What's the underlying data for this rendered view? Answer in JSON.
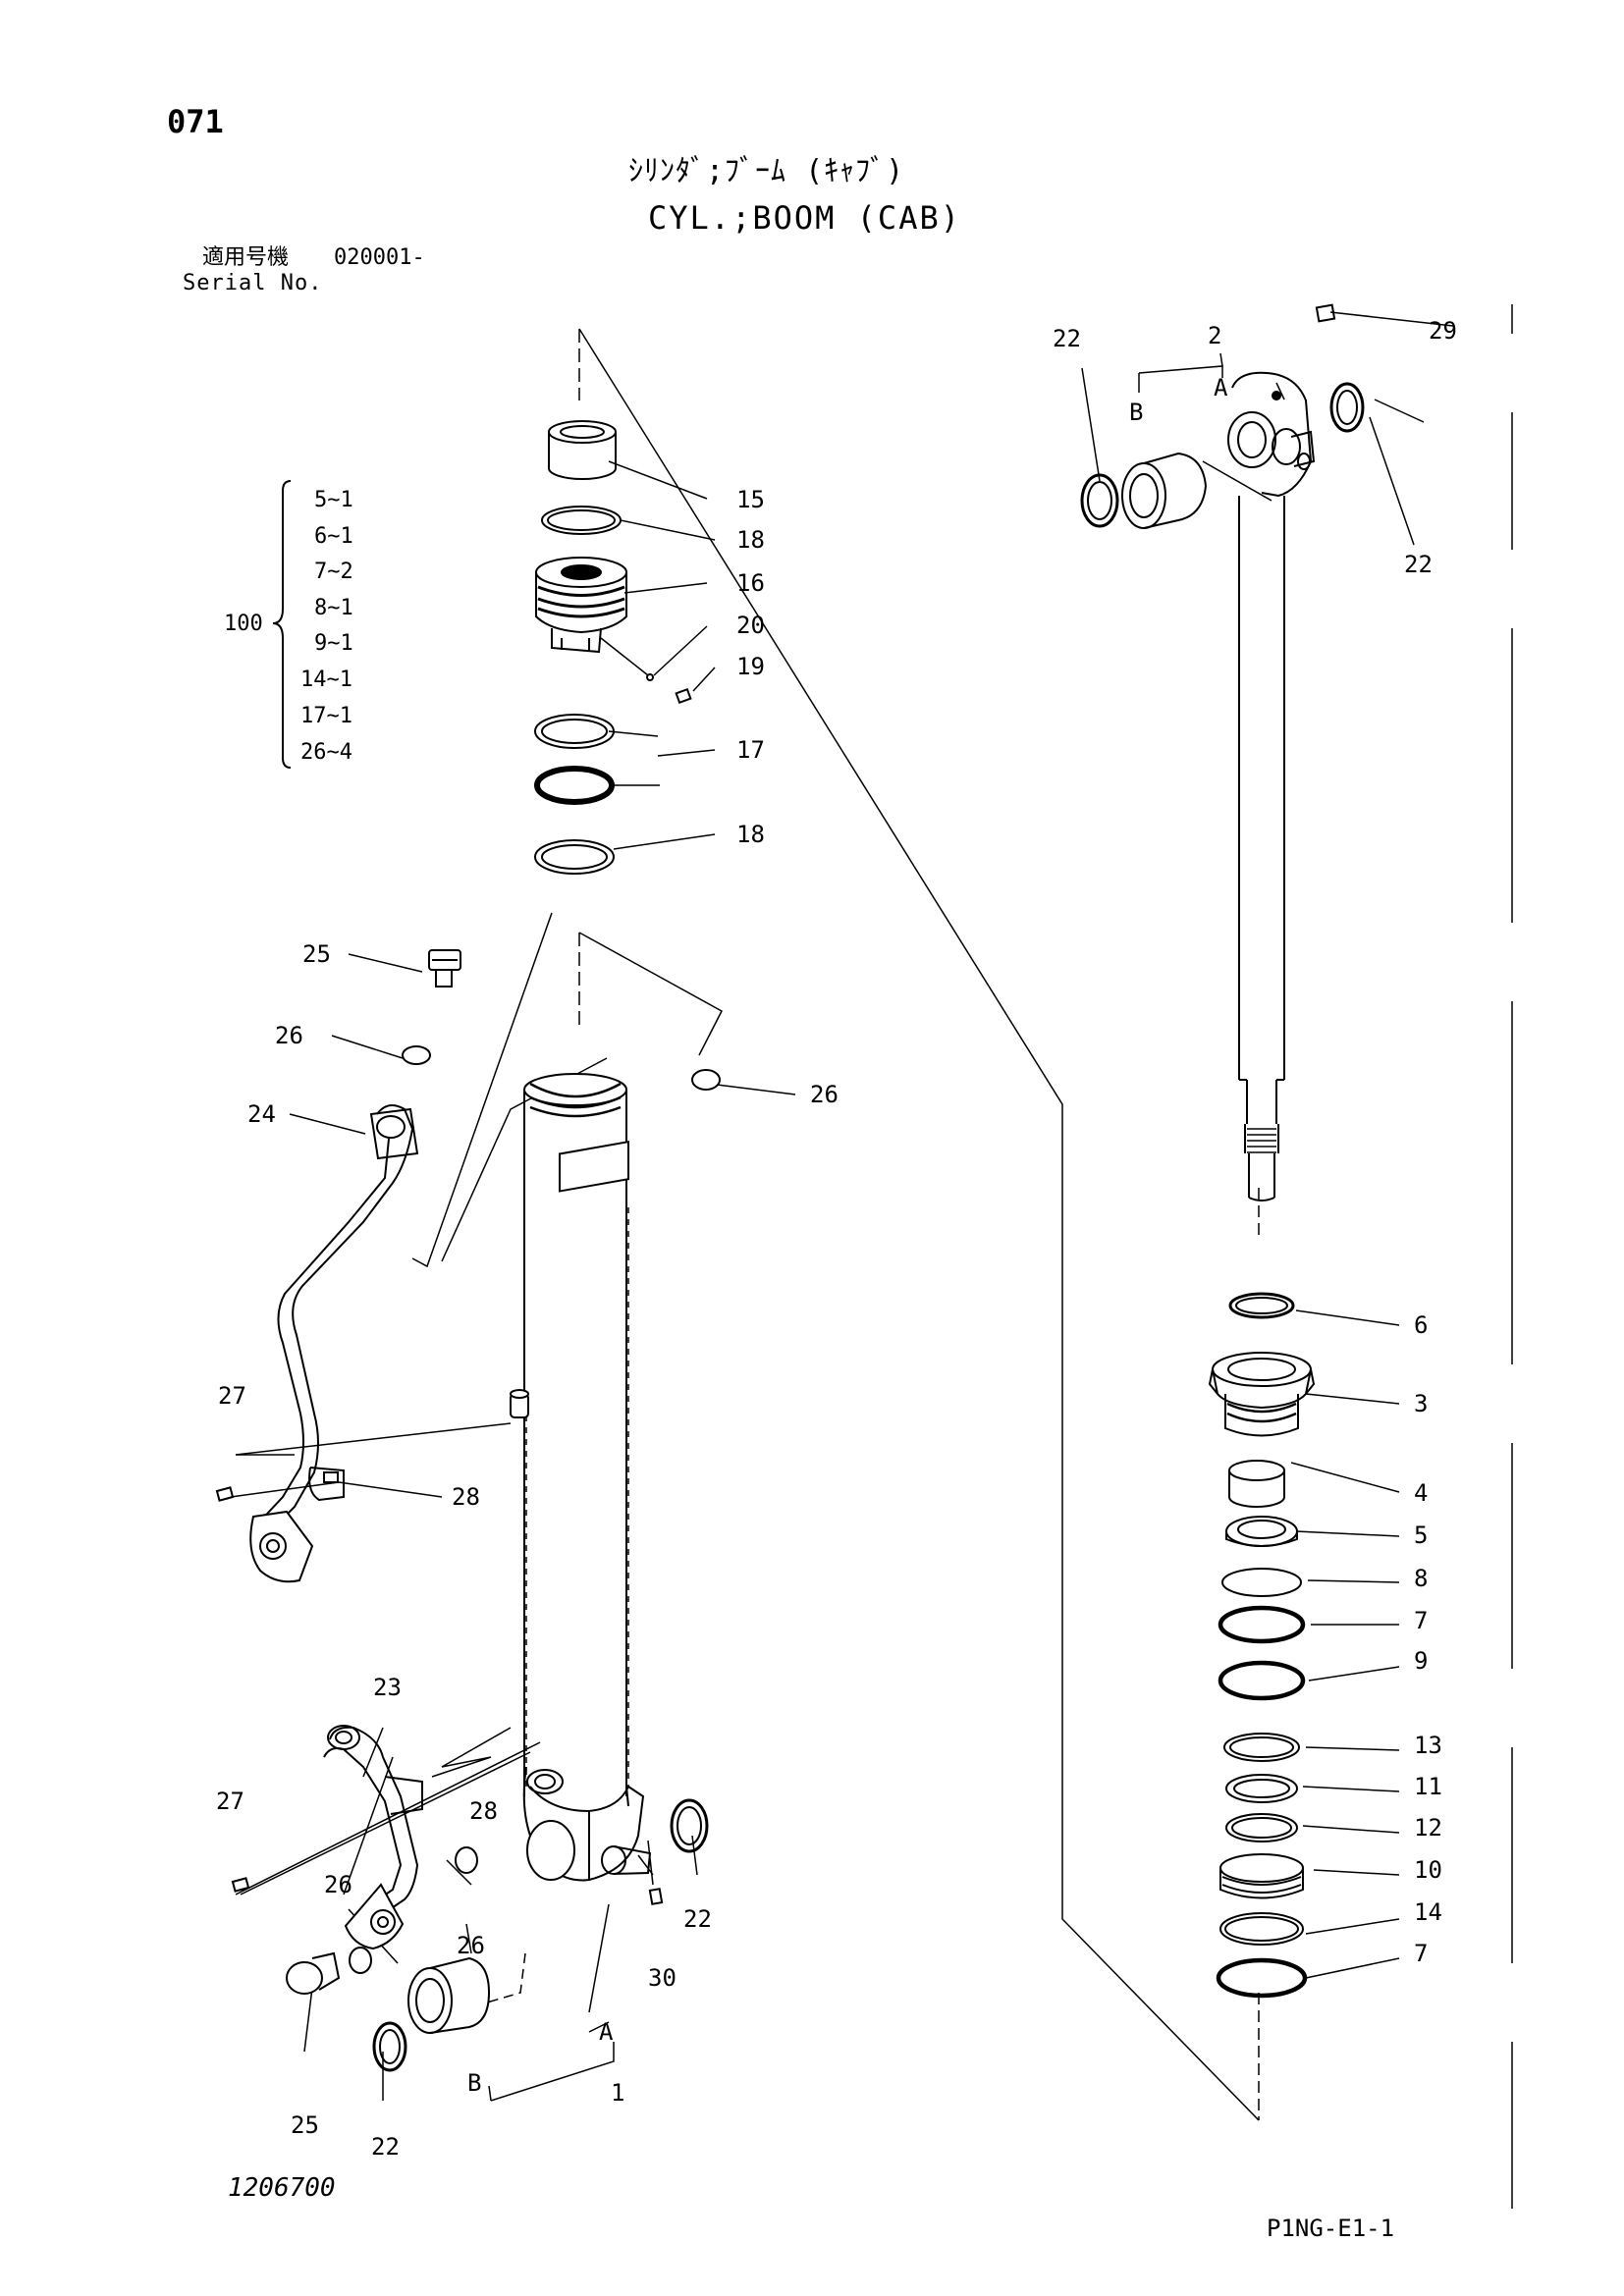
{
  "header": {
    "page_number": "071",
    "title_jp": "ｼﾘﾝﾀﾞ;ﾌﾞｰﾑ (ｷｬﾌﾞ)",
    "title_en": "CYL.;BOOM (CAB)",
    "serial_label_jp": "適用号機",
    "serial_value": "020001-",
    "serial_label_en": "Serial No."
  },
  "kit": {
    "number": "100",
    "items": [
      "5~1",
      "6~1",
      "7~2",
      "8~1",
      "9~1",
      "14~1",
      "17~1",
      "26~4"
    ]
  },
  "callouts": {
    "c15": "15",
    "c18a": "18",
    "c16": "16",
    "c20": "20",
    "c19": "19",
    "c17": "17",
    "c18b": "18",
    "c25a": "25",
    "c26a": "26",
    "c24": "24",
    "c26b": "26",
    "c27a": "27",
    "c28a": "28",
    "c23": "23",
    "c27b": "27",
    "c28b": "28",
    "c26c": "26",
    "c26d": "26",
    "c22a": "22",
    "c30": "30",
    "c25b": "25",
    "c22b": "22",
    "cA1": "A",
    "c1": "1",
    "cB1": "B",
    "c22c": "22",
    "c2": "2",
    "cA2": "A",
    "cB2": "B",
    "c29": "29",
    "c22d": "22",
    "c6": "6",
    "c3": "3",
    "c4": "4",
    "c5": "5",
    "c8": "8",
    "c7a": "7",
    "c9": "9",
    "c13": "13",
    "c11": "11",
    "c12": "12",
    "c10": "10",
    "c14": "14",
    "c7b": "7"
  },
  "footer": {
    "drawing_number": "1206700",
    "sheet_code": "P1NG-E1-1"
  }
}
